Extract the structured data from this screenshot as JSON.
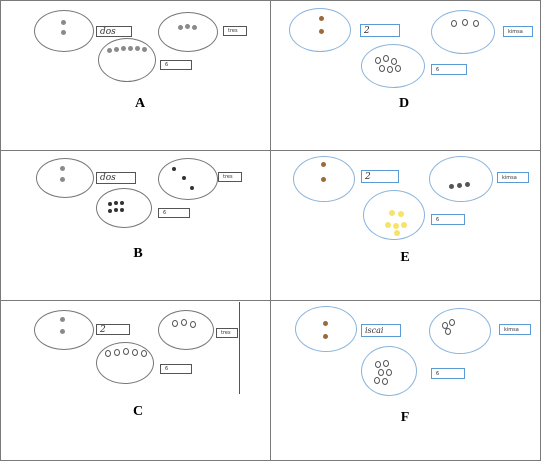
{
  "panels": [
    {
      "label": "A",
      "handwritten_answer": "dos",
      "box_word": "tres",
      "box_number": "6"
    },
    {
      "label": "B",
      "handwritten_answer": "dos",
      "box_word": "tres",
      "box_number": "6"
    },
    {
      "label": "C",
      "handwritten_answer": "2",
      "box_word": "tres",
      "box_number": "6"
    },
    {
      "label": "D",
      "handwritten_answer": "2",
      "box_word": "kimsa",
      "box_number": "6"
    },
    {
      "label": "E",
      "handwritten_answer": "2",
      "box_word": "kimsa",
      "box_number": "6"
    },
    {
      "label": "F",
      "handwritten_answer": "iscai",
      "box_word": "kimsa",
      "box_number": "6"
    }
  ],
  "colors": {
    "pencil_dot": "#8a8a8a",
    "brown_dot": "#9c6a3a",
    "yellow_dot": "#f6e46a",
    "blue_outline": "#8ab4dc"
  }
}
